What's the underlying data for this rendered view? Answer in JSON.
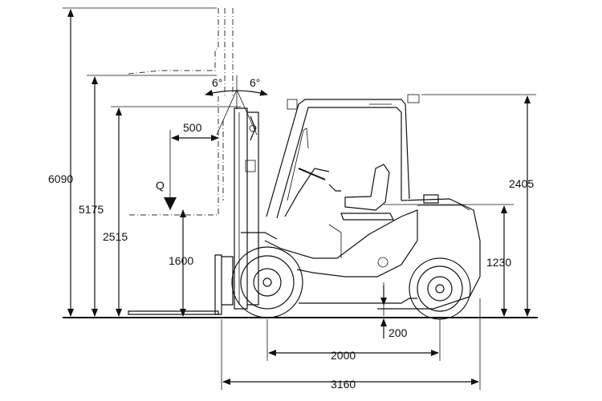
{
  "dimensions": {
    "mast_max_height": "6090",
    "lift_height": "5175",
    "mast_lowered_height": "2515",
    "load_center": "500",
    "load_label": "Q",
    "load_height": "1600",
    "tilt_back": "6°",
    "tilt_forward": "6°",
    "cab_height": "2405",
    "seat_height": "1230",
    "ground_clearance": "200",
    "wheelbase": "2000",
    "overall_length": "3160"
  }
}
